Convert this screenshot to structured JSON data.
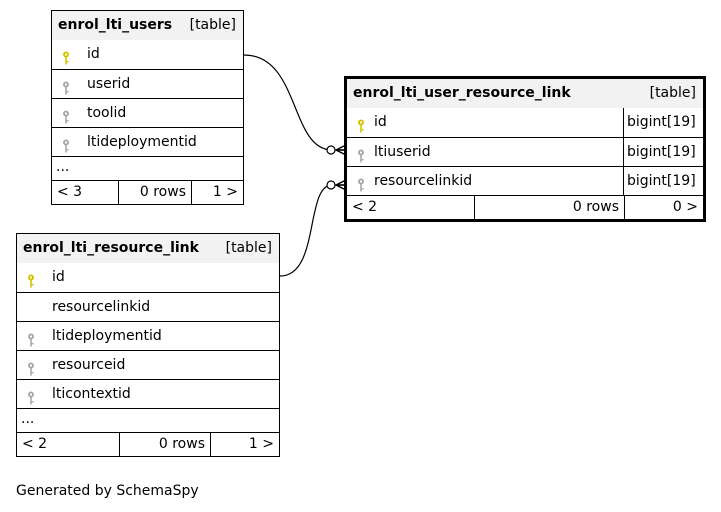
{
  "tables": {
    "users": {
      "name": "enrol_lti_users",
      "type_label": "[table]",
      "fields": [
        {
          "name": "id",
          "key": "primary"
        },
        {
          "name": "userid",
          "key": "foreign"
        },
        {
          "name": "toolid",
          "key": "foreign"
        },
        {
          "name": "ltideploymentid",
          "key": "foreign"
        }
      ],
      "more": "...",
      "footer": {
        "parents": "< 3",
        "rows": "0 rows",
        "children": "1 >"
      }
    },
    "resource_link": {
      "name": "enrol_lti_resource_link",
      "type_label": "[table]",
      "fields": [
        {
          "name": "id",
          "key": "primary"
        },
        {
          "name": "resourcelinkid",
          "key": "none"
        },
        {
          "name": "ltideploymentid",
          "key": "foreign"
        },
        {
          "name": "resourceid",
          "key": "foreign"
        },
        {
          "name": "lticontextid",
          "key": "foreign"
        }
      ],
      "more": "...",
      "footer": {
        "parents": "< 2",
        "rows": "0 rows",
        "children": "1 >"
      }
    },
    "user_resource_link": {
      "name": "enrol_lti_user_resource_link",
      "type_label": "[table]",
      "fields": [
        {
          "name": "id",
          "type": "bigint[19]",
          "key": "primary"
        },
        {
          "name": "ltiuserid",
          "type": "bigint[19]",
          "key": "foreign"
        },
        {
          "name": "resourcelinkid",
          "type": "bigint[19]",
          "key": "foreign"
        }
      ],
      "footer": {
        "parents": "< 2",
        "rows": "0 rows",
        "children": "0 >"
      }
    }
  },
  "caption": "Generated by SchemaSpy",
  "colors": {
    "primary_key": "#d4c400",
    "foreign_key": "#a8a8a8",
    "header_bg": "#f2f2f2"
  }
}
